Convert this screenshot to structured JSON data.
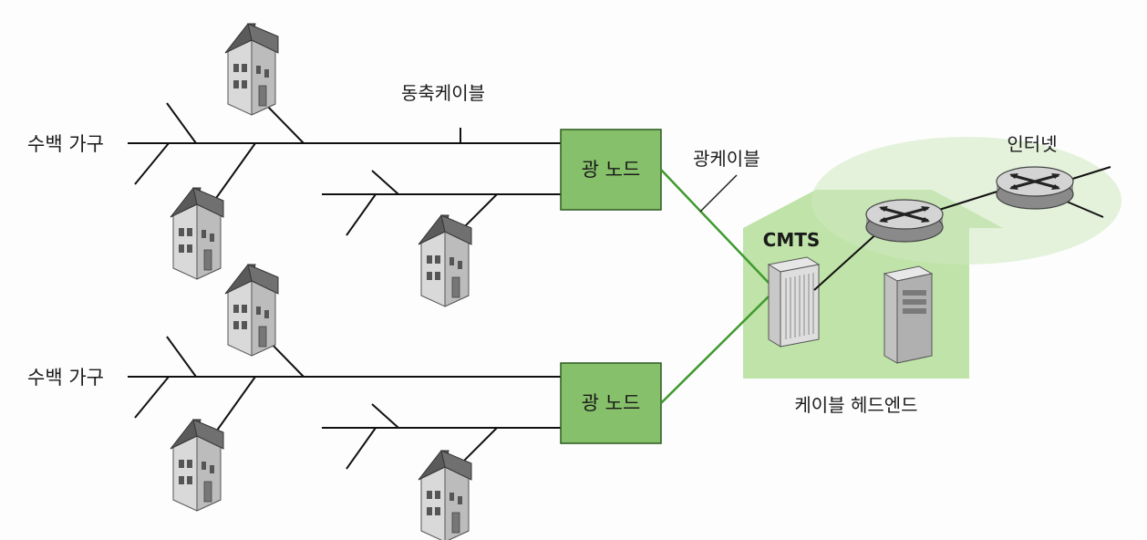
{
  "labels": {
    "households_top": "수백 가구",
    "households_bottom": "수백 가구",
    "coax_cable": "동축케이블",
    "fiber_cable": "광케이블",
    "fiber_node_top": "광 노드",
    "fiber_node_bottom": "광 노드",
    "cmts": "CMTS",
    "cable_headend": "케이블 헤드엔드",
    "internet": "인터넷"
  },
  "colors": {
    "fiber_node_fill": "#86c06a",
    "headend_fill": "#bfe3a8",
    "fiber_line": "#3f9a2f",
    "coax_line": "#111111"
  }
}
